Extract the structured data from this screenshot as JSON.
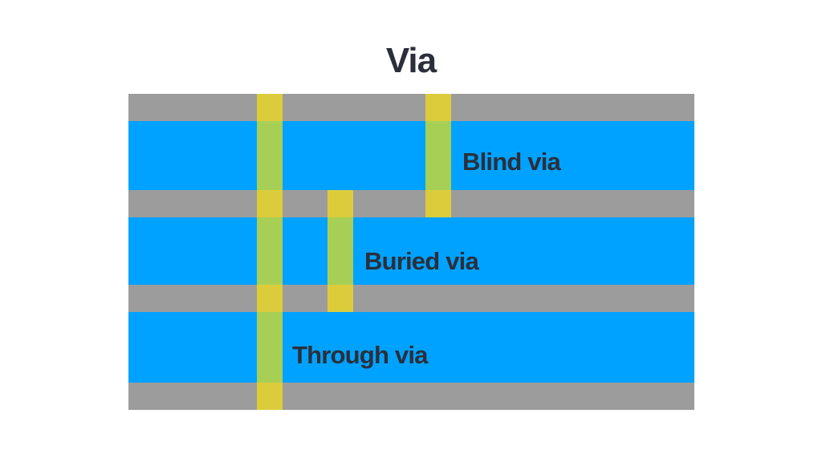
{
  "title": "Via",
  "labels": {
    "blind": "Blind via",
    "buried": "Buried via",
    "through": "Through via"
  },
  "colors": {
    "copper": "#9c9c9c",
    "substrate": "#00a2ff",
    "pad": "#dccc3c",
    "barrel": "#a7cf55",
    "text": "#2b2f3a"
  }
}
